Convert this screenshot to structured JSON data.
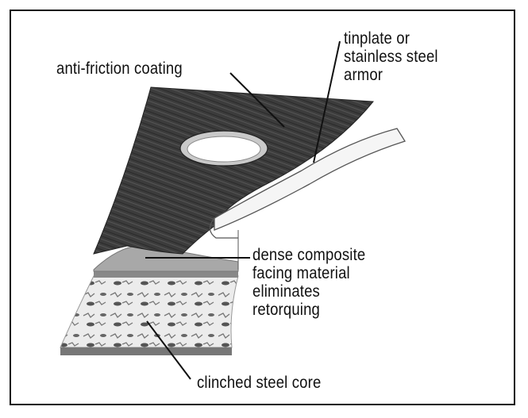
{
  "labels": {
    "anti_friction": "anti-friction coating",
    "armor": [
      "tinplate or",
      "stainless steel",
      "armor"
    ],
    "facing": [
      "dense composite",
      "facing material",
      "eliminates",
      "retorquing"
    ],
    "core": "clinched steel core"
  },
  "colors": {
    "border": "#111111",
    "coating": "#3a3a3a",
    "facing": "#9a9a9a",
    "core": "#e4e4e4",
    "armor": "#f4f4f4"
  }
}
